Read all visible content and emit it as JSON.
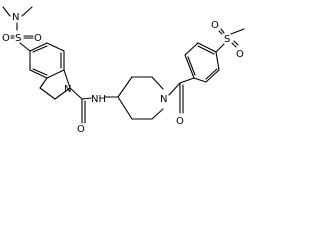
{
  "molecule": {
    "atom_labels": {
      "n_dimethylamine": "N",
      "o_sulfonyl_left_top": "O",
      "s_sulfonyl_left": "S",
      "o_sulfonyl_left_bottom": "O",
      "n_indoline": "N",
      "o_carbonyl_urea": "O",
      "nh_amide": "NH",
      "n_piperidine": "N",
      "o_carbonyl_benzoyl": "O",
      "s_sulfonyl_right": "S",
      "o_sulfonyl_right_top": "O",
      "o_sulfonyl_right_bottom": "O"
    }
  }
}
